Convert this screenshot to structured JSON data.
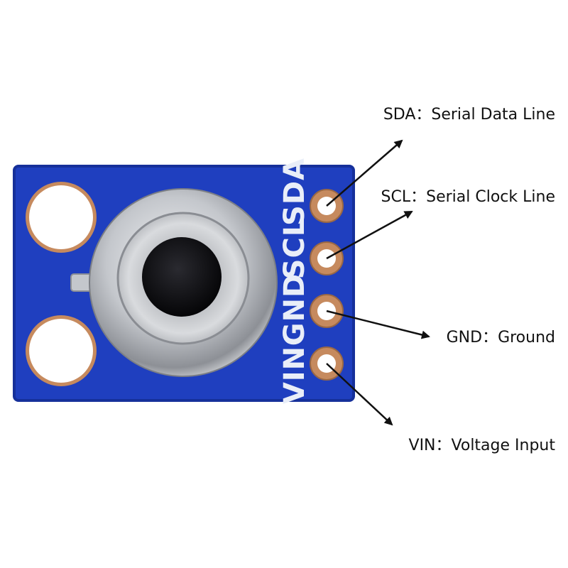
{
  "board": {
    "pcb_color": "#1f3fbf",
    "pcb_edge_color": "#16309a",
    "silkscreen_color": "#e9eef8",
    "pad_color": "#c68a5e",
    "sensor_metal_color": "#b9bcc2",
    "sensor_window_color": "#0b0b0d",
    "silkscreen_labels": [
      "VIN",
      "GND",
      "SCL",
      "SDA"
    ]
  },
  "callouts": [
    {
      "pin": "SDA",
      "label": "SDA：Serial Data Line"
    },
    {
      "pin": "SCL",
      "label": "SCL：Serial Clock Line"
    },
    {
      "pin": "GND",
      "label": "GND：Ground"
    },
    {
      "pin": "VIN",
      "label": "VIN：Voltage Input"
    }
  ]
}
